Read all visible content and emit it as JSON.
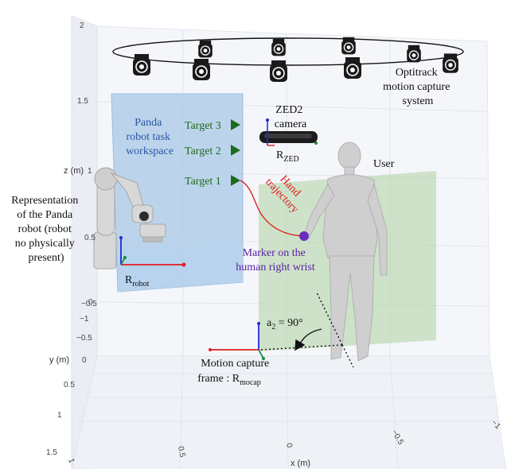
{
  "axes": {
    "z_title": "z (m)",
    "y_title": "y (m)",
    "x_title": "x (m)",
    "z_ticks": [
      "2",
      "1.5",
      "1",
      "0.5",
      "0"
    ],
    "y_ticks": [
      "−0.5",
      "0",
      "0.5",
      "1",
      "1.5"
    ],
    "x_ticks": [
      "1",
      "0.5",
      "0",
      "−0.5",
      "−1"
    ]
  },
  "labels": {
    "optitrack": [
      "Optitrack",
      "motion capture",
      "system"
    ],
    "zed": [
      "ZED2",
      "camera"
    ],
    "r_zed_main": "R",
    "r_zed_sub": "ZED",
    "workspace": [
      "Panda",
      "robot task",
      "workspace"
    ],
    "target3": "Target 3",
    "target2": "Target 2",
    "target1": "Target 1",
    "hand_trajectory": [
      "Hand",
      "trajectory"
    ],
    "user": "User",
    "representation": [
      "Representation",
      "of the Panda",
      "robot (robot",
      "no physically",
      "present)"
    ],
    "r_robot_main": "R",
    "r_robot_sub": "robot",
    "marker": [
      "Marker on the",
      "human right wrist"
    ],
    "angle_main": "a",
    "angle_sub": "2",
    "angle_value": " = 90°",
    "mocap": [
      "Motion capture",
      "frame : R"
    ],
    "mocap_sub": "mocap"
  },
  "colors": {
    "workspace_fill": "#a9c8e6",
    "user_plane_fill": "#b9d7ae",
    "target_arrow": "#1e6b1e",
    "axis_x": "#e02020",
    "axis_y": "#1a8a3a",
    "axis_z": "#1f2ad6",
    "trajectory": "#e02020",
    "marker": "#6a2bbf"
  }
}
